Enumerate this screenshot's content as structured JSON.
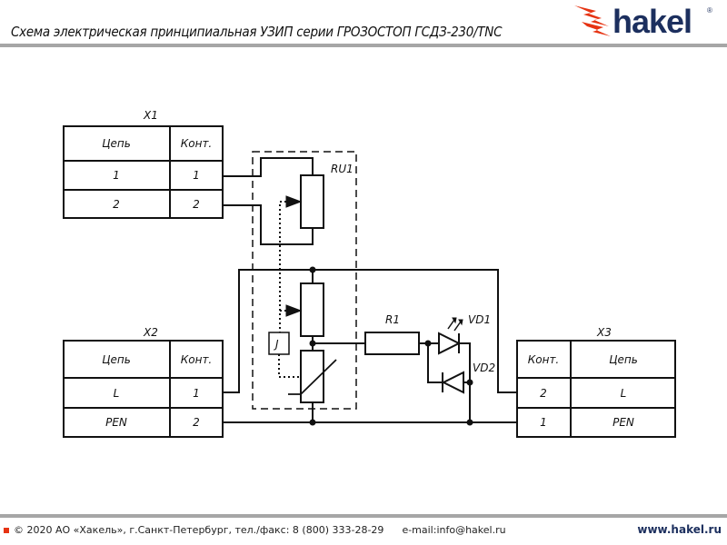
{
  "header": {
    "title": "Схема электрическая принципиальная УЗИП серии ГРОЗОСТОП ГСДЗ-230/TNC",
    "logo_text": "hakel"
  },
  "diagram": {
    "x1": {
      "name": "X1",
      "col_circuit": "Цепь",
      "col_contact": "Конт.",
      "rows": [
        {
          "circuit": "1",
          "contact": "1"
        },
        {
          "circuit": "2",
          "contact": "2"
        }
      ]
    },
    "x2": {
      "name": "X2",
      "col_circuit": "Цепь",
      "col_contact": "Конт.",
      "rows": [
        {
          "circuit": "L",
          "contact": "1"
        },
        {
          "circuit": "PEN",
          "contact": "2"
        }
      ]
    },
    "x3": {
      "name": "X3",
      "col_circuit": "Цепь",
      "col_contact": "Конт.",
      "rows": [
        {
          "circuit": "L",
          "contact": "2"
        },
        {
          "circuit": "PEN",
          "contact": "1"
        }
      ]
    },
    "labels": {
      "ru1": "RU1",
      "r1": "R1",
      "vd1": "VD1",
      "vd2": "VD2",
      "j": "J"
    }
  },
  "footer": {
    "copyright": "© 2020 АО «Хакель», г.Санкт-Петербург, тел./факс: 8 (800) 333-28-29",
    "email": "e-mail:info@hakel.ru",
    "website": "www.hakel.ru"
  }
}
